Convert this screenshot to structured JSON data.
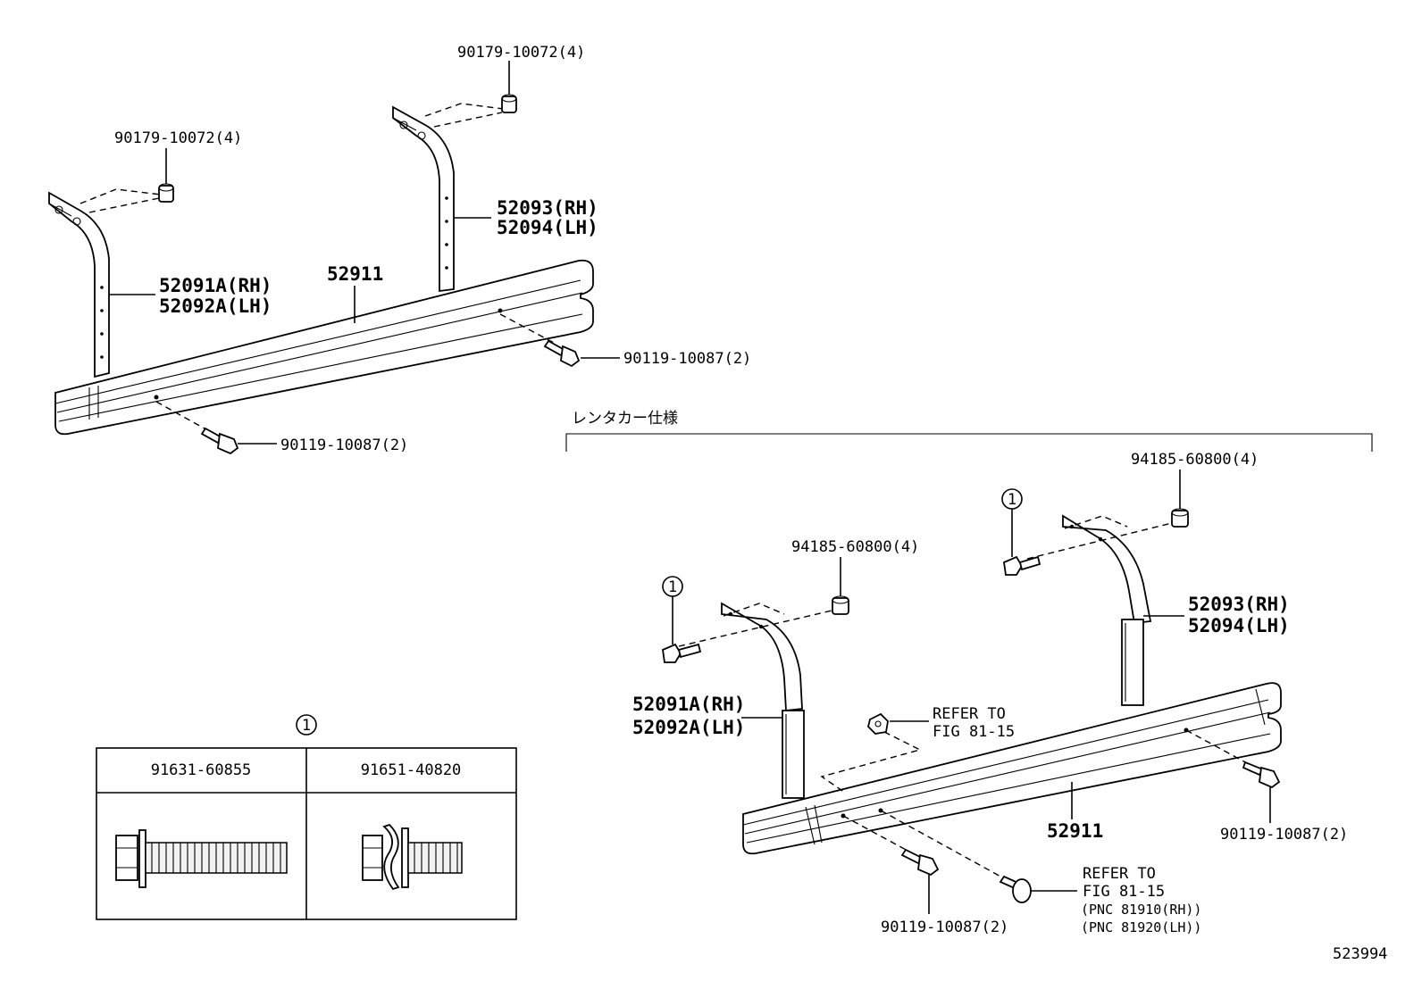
{
  "diagram_id": "523994",
  "section_title": "レンタカー仕様",
  "circle_marker": "1",
  "top_assembly": {
    "bracket_rear_label_rh": "52093(RH)",
    "bracket_rear_label_lh": "52094(LH)",
    "bracket_front_label_rh": "52091A(RH)",
    "bracket_front_label_lh": "52092A(LH)",
    "step_label": "52911",
    "nut_rear_label": "90179-10072(4)",
    "nut_front_label": "90179-10072(4)",
    "bolt_right_label": "90119-10087(2)",
    "bolt_left_label": "90119-10087(2)"
  },
  "rental_assembly": {
    "nut_rear_label": "94185-60800(4)",
    "nut_front_label": "94185-60800(4)",
    "bracket_rear_label_rh": "52093(RH)",
    "bracket_rear_label_lh": "52094(LH)",
    "bracket_front_label_rh": "52091A(RH)",
    "bracket_front_label_lh": "52092A(LH)",
    "refer_upper_line1": "REFER TO",
    "refer_upper_line2": "FIG 81-15",
    "step_label": "52911",
    "bolt_right_label": "90119-10087(2)",
    "bolt_bottom_label": "90119-10087(2)",
    "refer_lower_line1": "REFER TO",
    "refer_lower_line2": "FIG 81-15",
    "refer_lower_pnc_rh": "(PNC 81910(RH))",
    "refer_lower_pnc_lh": "(PNC 81920(LH))"
  },
  "legend_table": {
    "marker": "1",
    "columns": [
      "91631-60855",
      "91651-40820"
    ]
  }
}
